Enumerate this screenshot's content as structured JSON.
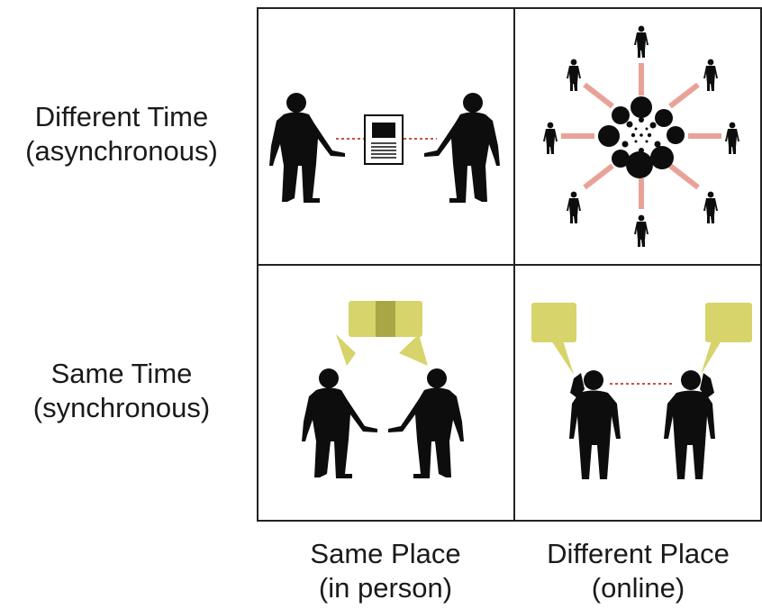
{
  "rows": [
    {
      "line1": "Different Time",
      "line2": "(asynchronous)"
    },
    {
      "line1": "Same Time",
      "line2": "(synchronous)"
    }
  ],
  "columns": [
    {
      "line1": "Same Place",
      "line2": "(in person)"
    },
    {
      "line1": "Different Place",
      "line2": "(online)"
    }
  ],
  "colors": {
    "figure": "#0d0d0d",
    "connector": "#c0392b",
    "ray": "#e8a298",
    "bubble": "#d6d46a",
    "bubble_dark": "#a9a645",
    "grid_line": "#222222"
  }
}
